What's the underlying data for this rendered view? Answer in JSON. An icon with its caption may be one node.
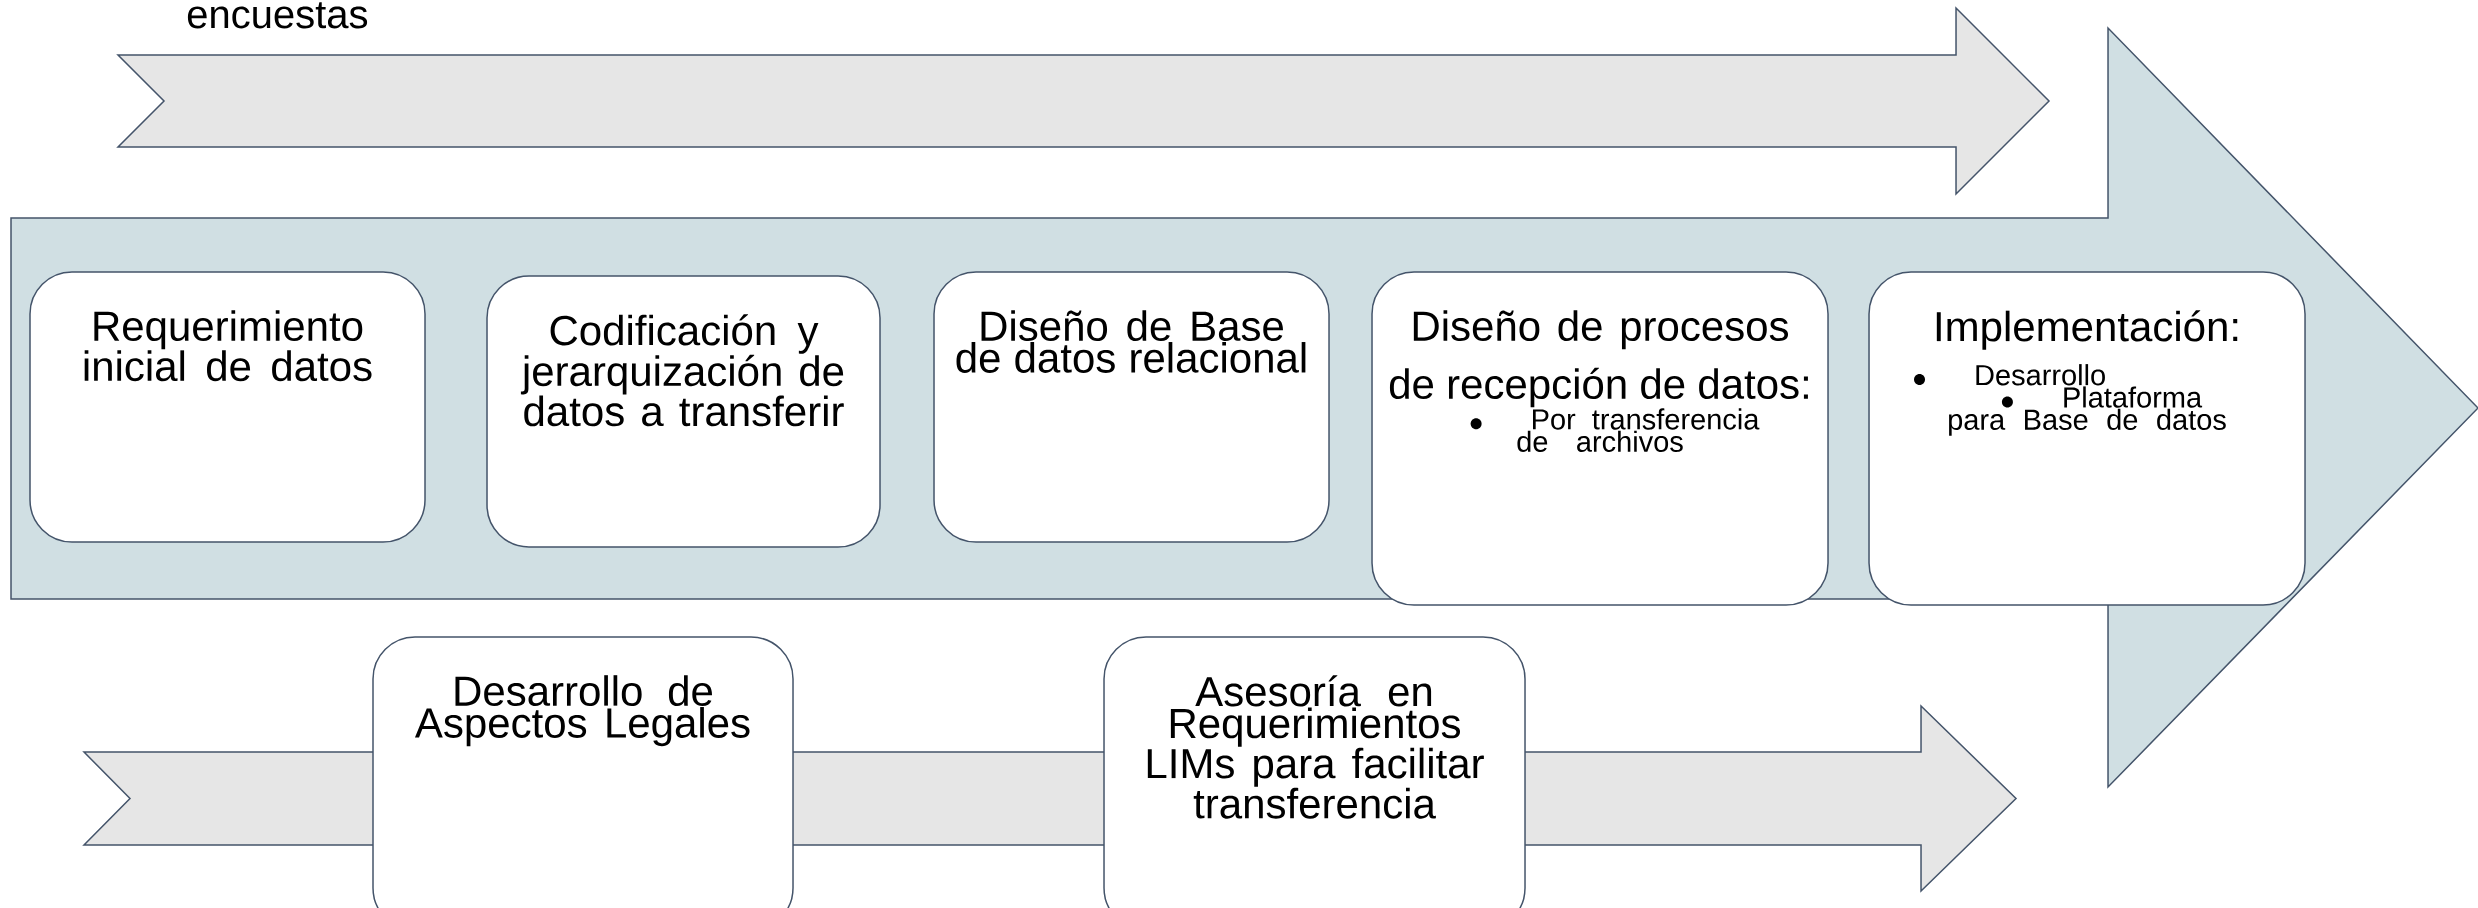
{
  "diagram": {
    "nodes": [
      {
        "text": [
          "Requerimiento inicial de datos"
        ]
      },
      {
        "text": [
          "Codificación y jerarquización de datos a transferir"
        ]
      },
      {
        "text": [
          "Diseño de Base de datos relacional"
        ]
      },
      {
        "text": [
          "Diseño de procesos de recepción de datos:",
          "Por transferencia de archivos"
        ]
      },
      {
        "text": [
          "Implementación:",
          "Desarrollo",
          "Plataforma para Base de datos"
        ]
      },
      {
        "text": [
          "Desarrollo de Aspectos Legales"
        ]
      },
      {
        "text": [
          "Asesoría en Requerimientos LIMs para facilitar transferencia"
        ]
      }
    ],
    "edges": [],
    "labels": [
      "encuestas"
    ]
  }
}
